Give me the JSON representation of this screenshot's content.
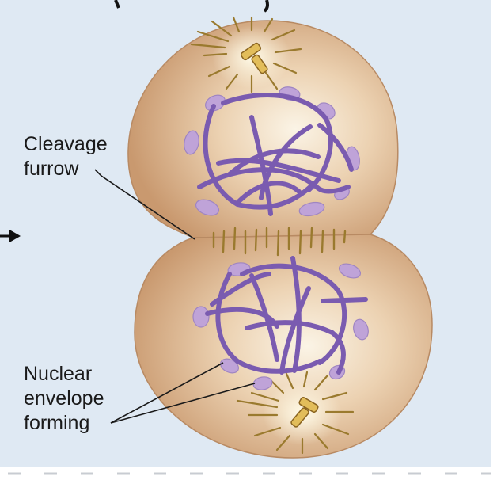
{
  "labels": {
    "cleavage_furrow": [
      "Cleavage",
      "furrow"
    ],
    "nuclear_envelope": [
      "Nuclear",
      "envelope",
      "forming"
    ]
  },
  "colors": {
    "panel_background": "#dfe9f3",
    "cytoplasm": "#d4a882",
    "chromosome": "#7a5bb0",
    "nuclear_envelope_fragment": "#bfa3d8",
    "spindle_fiber": "#9a7a2e",
    "centriole": "#e2bd5a",
    "label_text": "#1a1a1a"
  },
  "icons": [
    "arrow-right-icon"
  ]
}
